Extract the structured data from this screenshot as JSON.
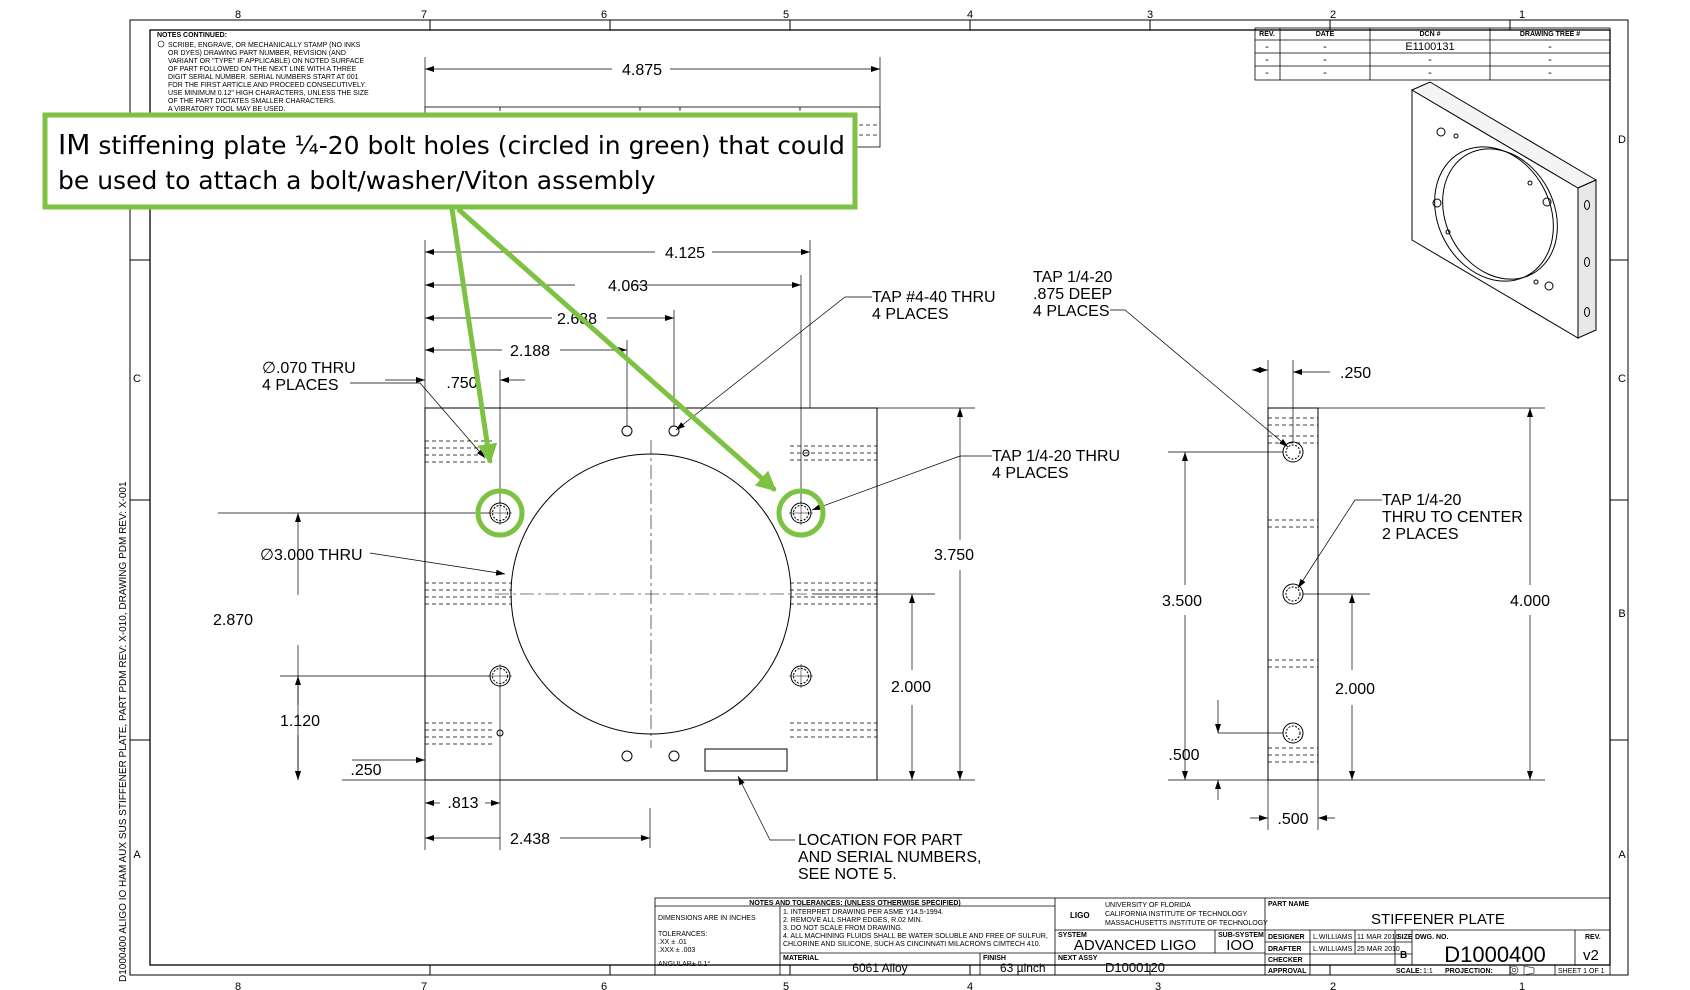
{
  "grid": {
    "columns": [
      "8",
      "7",
      "6",
      "5",
      "4",
      "3",
      "2",
      "1"
    ],
    "rows": [
      "D",
      "C",
      "B",
      "A"
    ]
  },
  "notes": {
    "header": "NOTES CONTINUED:",
    "lines": [
      "SCRIBE, ENGRAVE, OR MECHANICALLY STAMP (NO INKS",
      "OR DYES) DRAWING PART NUMBER, REVISION (AND",
      "VARIANT OR \"TYPE\" IF APPLICABLE) ON NOTED SURFACE",
      "OF PART FOLLOWED ON THE NEXT LINE WITH A THREE",
      "DIGIT SERIAL NUMBER. SERIAL NUMBERS START AT 001",
      "FOR THE FIRST ARTICLE AND PROCEED CONSECUTIVELY.",
      "USE MINIMUM 0.12\" HIGH CHARACTERS, UNLESS THE SIZE",
      "OF THE PART DICTATES SMALLER CHARACTERS.",
      "A VIBRATORY TOOL MAY BE USED."
    ]
  },
  "callout": {
    "lead": "IM",
    "line1": " stiffening plate ¼-20 bolt holes (circled in green) that could",
    "line2": "be used to attach a bolt/washer/Viton assembly",
    "color": "#7dc242"
  },
  "revision_table": {
    "headers": [
      "REV.",
      "DATE",
      "DCN #",
      "DRAWING TREE #"
    ],
    "rows": [
      [
        "-",
        "-",
        "E1100131",
        "-"
      ],
      [
        "-",
        "-",
        "-",
        "-"
      ],
      [
        "-",
        "-",
        "-",
        "-"
      ]
    ]
  },
  "dimensions": {
    "d4875": "4.875",
    "d4125": "4.125",
    "d4063": "4.063",
    "d2688": "2.688",
    "d2188": "2.188",
    "d750": ".750",
    "d2870": "2.870",
    "d1120": "1.120",
    "d250": ".250",
    "d813": ".813",
    "d2438": "2.438",
    "d3750": "3.750",
    "d2000": "2.000",
    "side_250": ".250",
    "side_3500": "3.500",
    "side_4000": "4.000",
    "side_2000": "2.000",
    "side_500a": ".500",
    "side_500b": ".500"
  },
  "labels": {
    "dia070_1": "∅.070 THRU",
    "dia070_2": "4 PLACES",
    "dia3000": "∅3.000 THRU",
    "tap440_1": "TAP #4-40 THRU",
    "tap440_2": "4 PLACES",
    "tap1420thru_1": "TAP 1/4-20 THRU",
    "tap1420thru_2": "4 PLACES",
    "tapdeep_1": "TAP 1/4-20",
    "tapdeep_2": ".875 DEEP",
    "tapdeep_3": "4 PLACES",
    "tapcenter_1": "TAP 1/4-20",
    "tapcenter_2": "THRU TO CENTER",
    "tapcenter_3": "2 PLACES",
    "serial_1": "LOCATION FOR PART",
    "serial_2": "AND SERIAL NUMBERS,",
    "serial_3": "SEE NOTE 5."
  },
  "side_text": "D1000400 ALIGO IO HAM AUX SUS STIFFENER PLATE, PART PDM REV: X-010, DRAWING PDM REV: X-001",
  "title_block": {
    "notes_header": "NOTES AND TOLERANCES: (UNLESS OTHERWISE SPECIFIED)",
    "dims_in": "DIMENSIONS ARE IN INCHES",
    "tolerances": "TOLERANCES:",
    "tol_xx": ".XX   ± .01",
    "tol_xxx": ".XXX  ± .003",
    "angular": "ANGULAR± 0.1°",
    "note1": "1. INTERPRET DRAWING PER ASME Y14.5-1994.",
    "note2": "2. REMOVE ALL SHARP EDGES, R.02 MIN.",
    "note3": "3. DO NOT SCALE FROM DRAWING.",
    "note4a": "4. ALL MACHINING FLUIDS SHALL BE WATER SOLUBLE AND FREE OF SULFUR,",
    "note4b": "CHLORINE AND SILICONE, SUCH AS CINCINNATI MILACRON'S CIMTECH 410.",
    "material_label": "MATERIAL",
    "material": "6061 Alloy",
    "finish_label": "FINISH",
    "finish": "63   µinch",
    "logo": "LIGO",
    "inst1": "UNIVERSITY OF FLORIDA",
    "inst2": "CALIFORNIA INSTITUTE OF TECHNOLOGY",
    "inst3": "MASSACHUSETTS INSTITUTE OF TECHNOLOGY",
    "system_label": "SYSTEM",
    "system": "ADVANCED LIGO",
    "subsystem_label": "SUB-SYSTEM",
    "subsystem": "IOO",
    "next_assy_label": "NEXT ASSY",
    "next_assy": "D1000120",
    "part_name_label": "PART NAME",
    "part_name": "STIFFENER PLATE",
    "designer_label": "DESIGNER",
    "designer": "L.WILLIAMS",
    "designer_date": "11 MAR 2010",
    "drafter_label": "DRAFTER",
    "drafter": "L.WILLIAMS",
    "drafter_date": "25 MAR 2010",
    "checker_label": "CHECKER",
    "approval_label": "APPROVAL",
    "size_label": "SIZE",
    "size": "B",
    "dwg_label": "DWG. NO.",
    "dwg_no": "D1000400",
    "rev_label": "REV.",
    "rev": "v2",
    "scale_label": "SCALE:",
    "scale": "1:1",
    "projection_label": "PROJECTION:",
    "sheet": "SHEET 1 OF 1"
  }
}
